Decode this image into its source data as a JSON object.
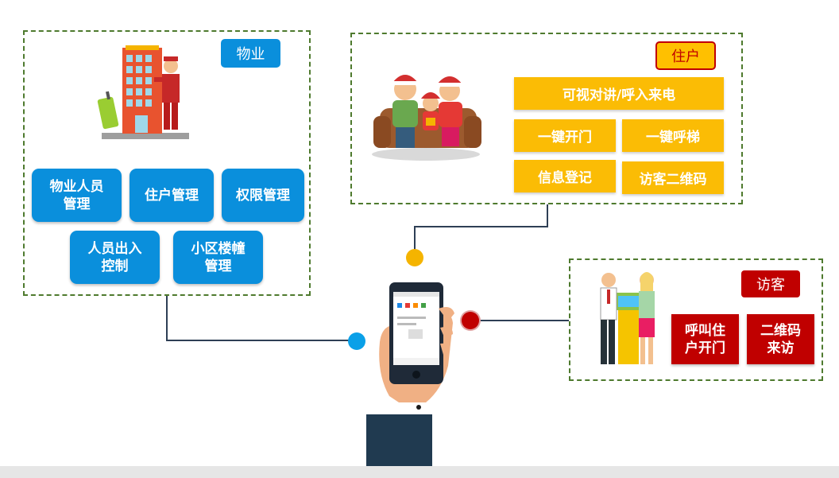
{
  "property": {
    "tag": "物业",
    "buttons": [
      "物业人员\n管理",
      "住户管理",
      "权限管理",
      "人员出入\n控制",
      "小区楼幢\n管理"
    ]
  },
  "resident": {
    "tag": "住户",
    "buttons": [
      "可视对讲/呼入来电",
      "一键开门",
      "一键呼梯",
      "信息登记",
      "访客二维码"
    ]
  },
  "visitor": {
    "tag": "访客",
    "buttons": [
      "呼叫住\n户开门",
      "二维码\n来访"
    ]
  },
  "colors": {
    "blue": "#0a8fdc",
    "yellow": "#fbbc05",
    "red": "#c00000",
    "border": "#4e7a2e",
    "line": "#2e3f55"
  }
}
